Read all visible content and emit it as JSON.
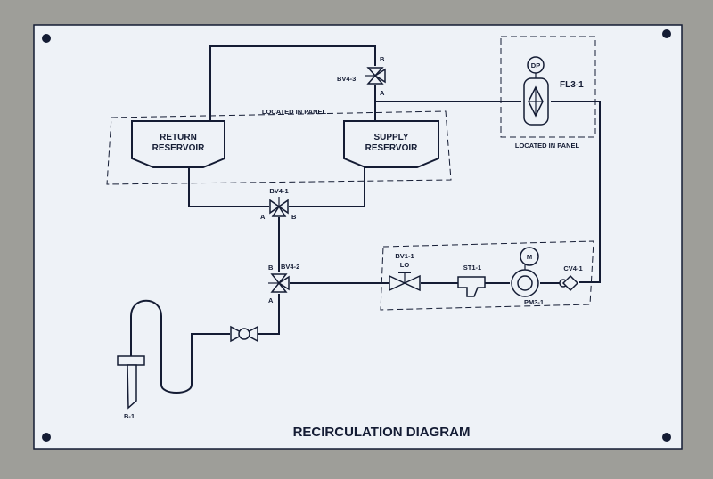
{
  "diagram": {
    "title": "RECIRCULATION DIAGRAM",
    "panel_note_left": "LOCATED IN PANEL",
    "panel_note_right": "LOCATED IN PANEL",
    "return_reservoir": [
      "RETURN",
      "RESERVOIR"
    ],
    "supply_reservoir": [
      "SUPPLY",
      "RESERVOIR"
    ],
    "valves": {
      "bv4_3": {
        "tag": "BV4-3",
        "port_top": "B",
        "port_bottom": "A"
      },
      "bv4_1": {
        "tag": "BV4-1",
        "port_left": "A",
        "port_right": "B"
      },
      "bv4_2": {
        "tag": "BV4-2",
        "port_top": "B",
        "port_bottom": "A"
      },
      "bv1_1": {
        "tag": "BV1-1",
        "state": "LO"
      }
    },
    "filter": {
      "tag": "FL3-1",
      "gauge": "DP"
    },
    "strainer": {
      "tag": "ST1-1"
    },
    "pump": {
      "tag": "PM3-1",
      "motor": "M"
    },
    "check_valve": {
      "tag": "CV4-1"
    },
    "bulkhead": {
      "tag": "B-1"
    }
  },
  "colors": {
    "plate": "#eef2f7",
    "ink": "#141c34",
    "wall": "#9e9e99"
  }
}
